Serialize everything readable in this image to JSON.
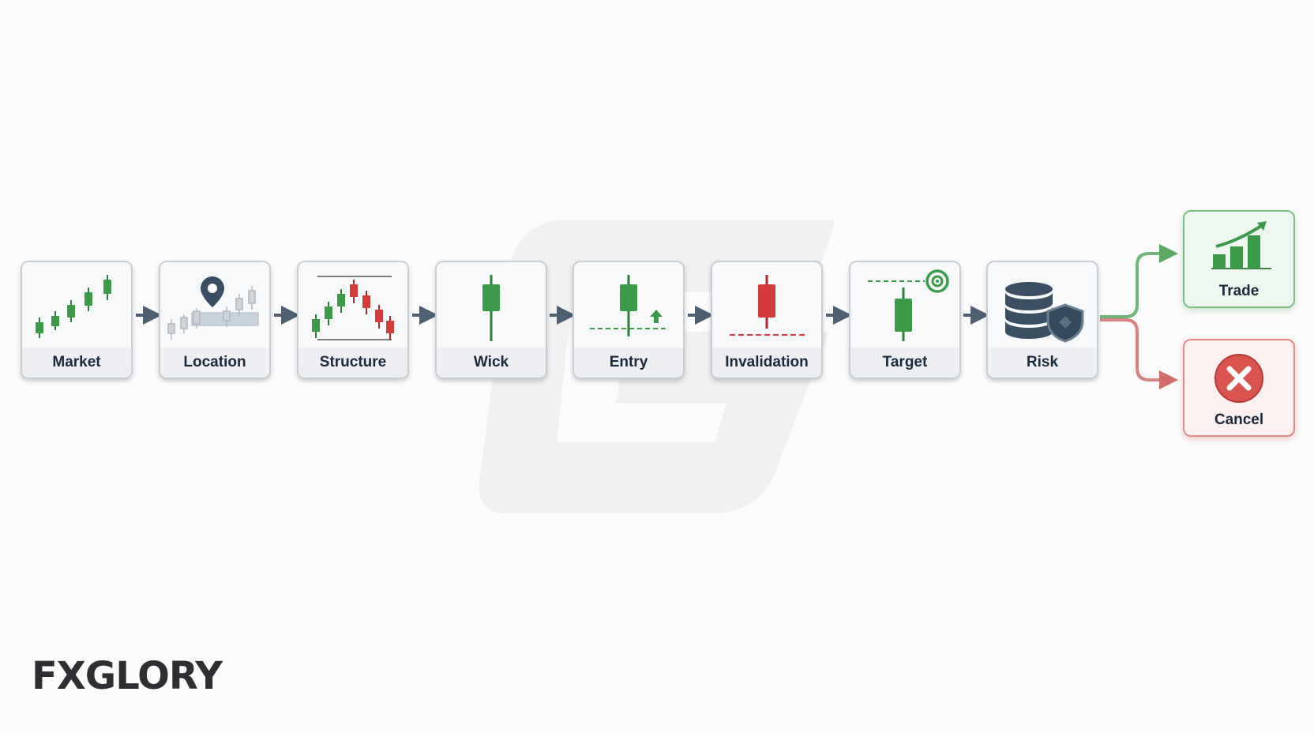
{
  "steps": [
    {
      "label": "Market",
      "icon": "uptrend-candles-icon"
    },
    {
      "label": "Location",
      "icon": "location-pin-zone-icon"
    },
    {
      "label": "Structure",
      "icon": "structure-candles-icon"
    },
    {
      "label": "Wick",
      "icon": "wick-candle-icon"
    },
    {
      "label": "Entry",
      "icon": "entry-candle-icon"
    },
    {
      "label": "Invalidation",
      "icon": "invalidation-candle-icon"
    },
    {
      "label": "Target",
      "icon": "target-candle-icon"
    },
    {
      "label": "Risk",
      "icon": "database-shield-icon"
    }
  ],
  "outcomes": {
    "trade": {
      "label": "Trade",
      "icon": "growth-bar-chart-icon",
      "color": "#5aa862"
    },
    "cancel": {
      "label": "Cancel",
      "icon": "cancel-x-icon",
      "color": "#d9534f"
    }
  },
  "logo": {
    "text": "FXGLORY"
  },
  "colors": {
    "bull": "#3a9a47",
    "bear": "#d63b3b",
    "arrow": "#4f6073",
    "card_border": "#c8ced6"
  }
}
